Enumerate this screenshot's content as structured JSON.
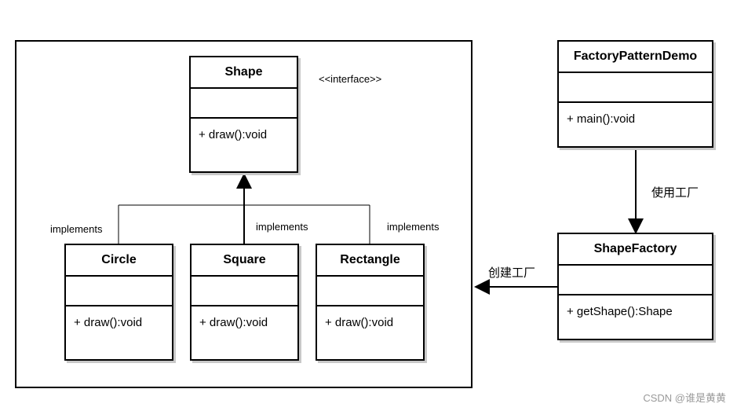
{
  "classes": {
    "shape": {
      "name": "Shape",
      "op": "+ draw():void"
    },
    "circle": {
      "name": "Circle",
      "op": "+ draw():void"
    },
    "square": {
      "name": "Square",
      "op": "+ draw():void"
    },
    "rectangle": {
      "name": "Rectangle",
      "op": "+ draw():void"
    },
    "demo": {
      "name": "FactoryPatternDemo",
      "op": "+ main():void"
    },
    "factory": {
      "name": "ShapeFactory",
      "op": "+ getShape():Shape"
    }
  },
  "labels": {
    "stereotype": "<<interface>>",
    "implements_circle": "implements",
    "implements_square": "implements",
    "implements_rectangle": "implements",
    "uses_factory": "使用工厂",
    "creates_factory": "创建工厂"
  },
  "watermark": "CSDN @谁是黄黄"
}
